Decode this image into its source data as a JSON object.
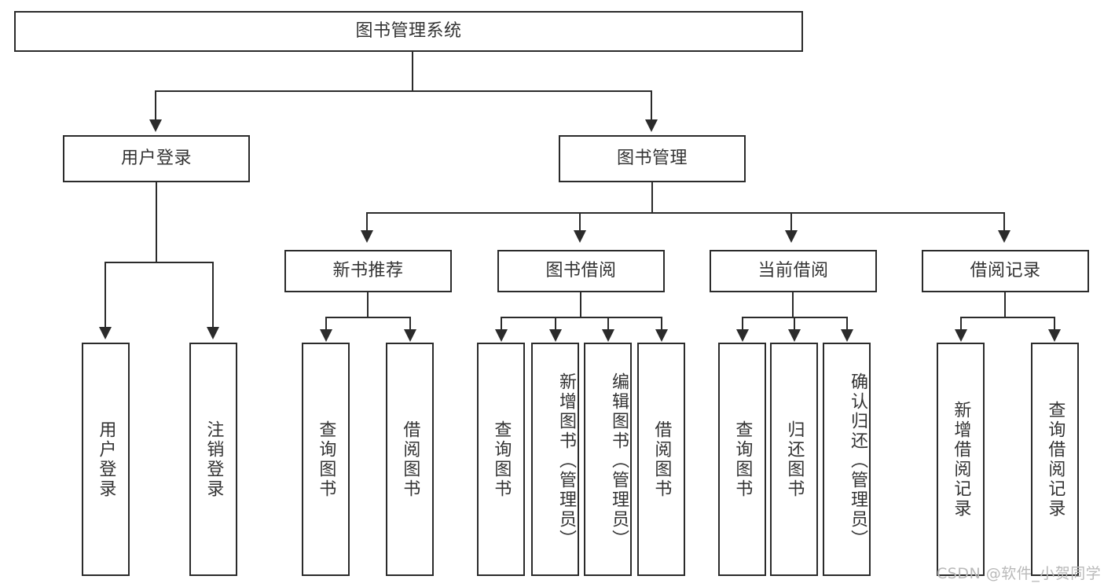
{
  "diagram": {
    "title": "图书管理系统",
    "type": "tree-hierarchy-diagram",
    "colors": {
      "node_border": "#2b2b2b",
      "node_fill": "#ffffff",
      "text": "#333333",
      "edge": "#2b2b2b",
      "watermark": "#b9b9b9",
      "background": "#ffffff"
    },
    "root": {
      "label": "图书管理系统"
    },
    "level2": [
      {
        "label": "用户登录"
      },
      {
        "label": "图书管理"
      }
    ],
    "level3": [
      {
        "label": "新书推荐"
      },
      {
        "label": "图书借阅"
      },
      {
        "label": "当前借阅"
      },
      {
        "label": "借阅记录"
      }
    ],
    "leaves": {
      "user_login": [
        {
          "label": "用户登录"
        },
        {
          "label": "注销登录"
        }
      ],
      "new_book_recommend": [
        {
          "label": "查询图书"
        },
        {
          "label": "借阅图书"
        }
      ],
      "book_borrow": [
        {
          "label": "查询图书"
        },
        {
          "label": "新增图书（管理员）"
        },
        {
          "label": "编辑图书（管理员）"
        },
        {
          "label": "借阅图书"
        }
      ],
      "current_borrow": [
        {
          "label": "查询图书"
        },
        {
          "label": "归还图书"
        },
        {
          "label": "确认归还（管理员）"
        }
      ],
      "borrow_record": [
        {
          "label": "新增借阅记录"
        },
        {
          "label": "查询借阅记录"
        }
      ]
    }
  },
  "watermark": {
    "text": "CSDN @软件_小贺同学"
  }
}
